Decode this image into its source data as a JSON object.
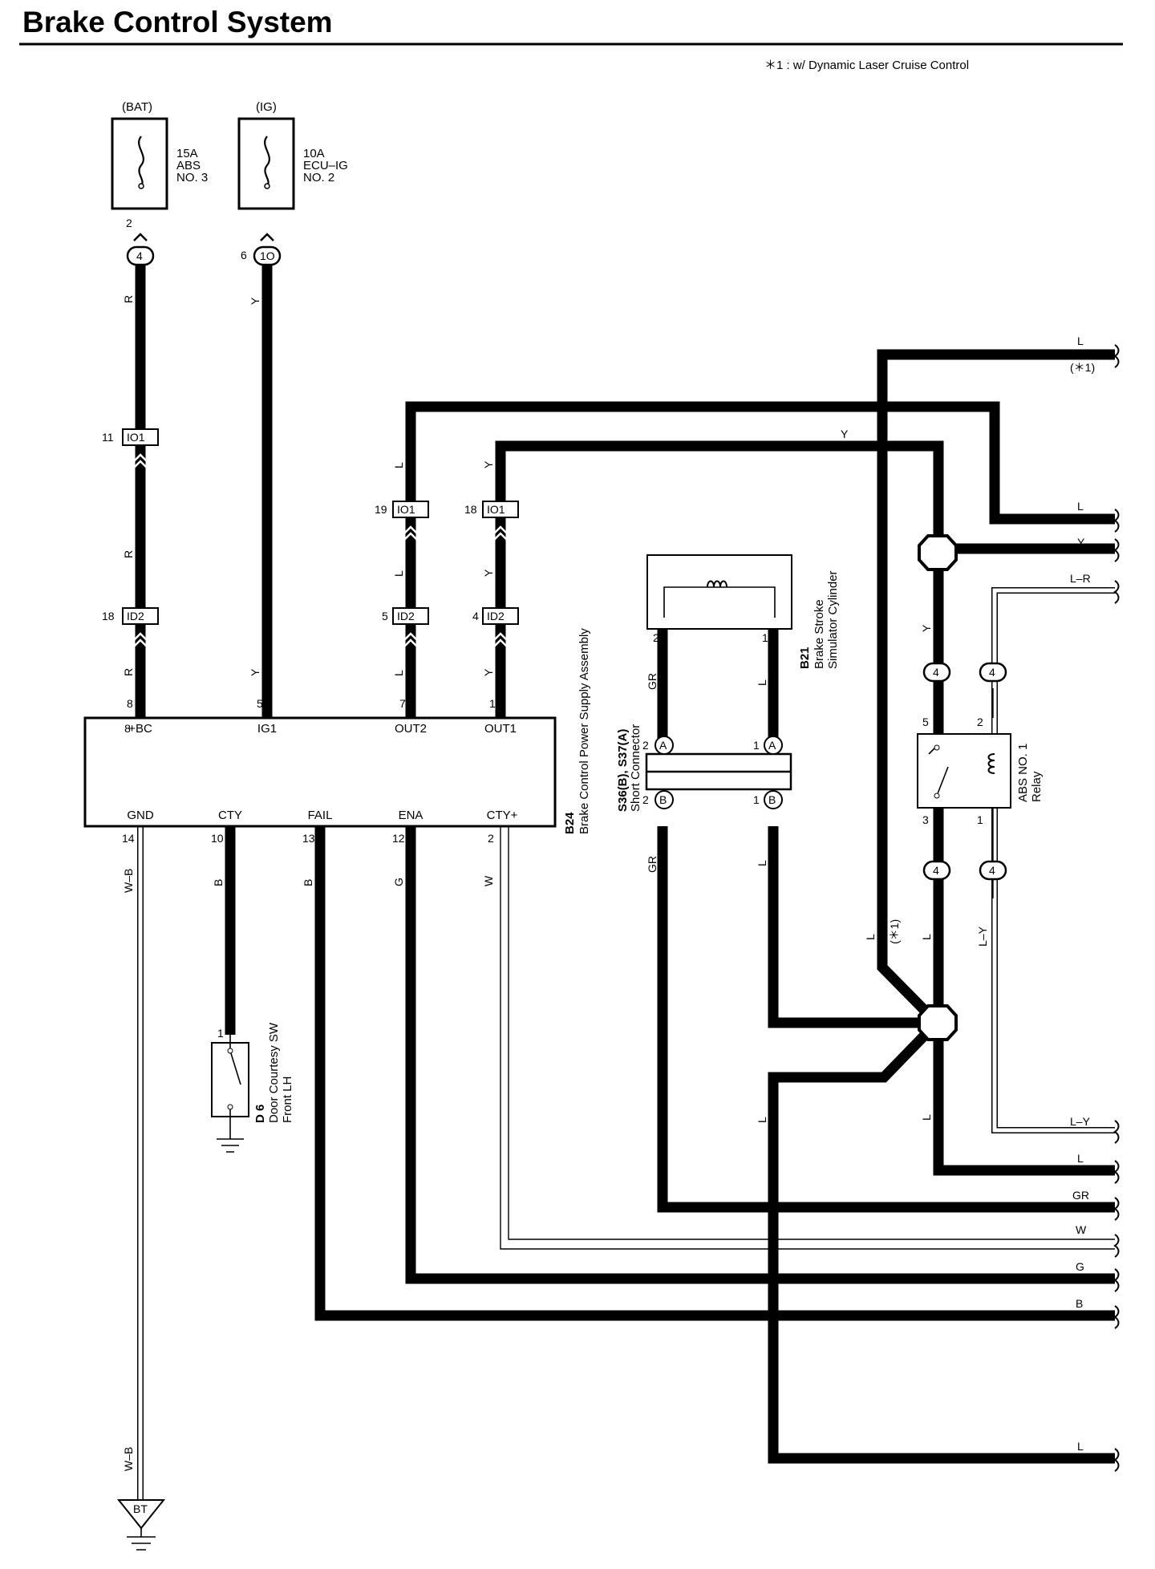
{
  "title": "Brake Control System",
  "footnote": "＊1 : w/ Dynamic Laser Cruise Control",
  "fuses": [
    {
      "source": "(BAT)",
      "rating": "15A",
      "name1": "ABS",
      "name2": "NO. 3",
      "pin": "2",
      "conn_pin": "4"
    },
    {
      "source": "(IG)",
      "rating": "10A",
      "name1": "ECU–IG",
      "name2": "NO. 2",
      "pin": "6",
      "conn_pin": "1O"
    }
  ],
  "connectors": {
    "io1": "IO1",
    "id2": "ID2",
    "io1_pins": [
      "11",
      "19",
      "18"
    ],
    "id2_pins": [
      "18",
      "5",
      "4"
    ]
  },
  "psa": {
    "code": "B24",
    "name": "Brake Control Power Supply Assembly",
    "top_terminals": [
      {
        "pin": "8",
        "label": "+BC"
      },
      {
        "pin": "5",
        "label": "IG1"
      },
      {
        "pin": "7",
        "label": "OUT2"
      },
      {
        "pin": "1",
        "label": "OUT1"
      }
    ],
    "bottom_terminals": [
      {
        "pin": "14",
        "label": "GND"
      },
      {
        "pin": "10",
        "label": "CTY"
      },
      {
        "pin": "13",
        "label": "FAIL"
      },
      {
        "pin": "12",
        "label": "ENA"
      },
      {
        "pin": "2",
        "label": "CTY+"
      }
    ]
  },
  "simulator": {
    "code": "B21",
    "name1": "Brake Stroke",
    "name2": "Simulator Cylinder",
    "pins": [
      "2",
      "1"
    ]
  },
  "short_connector": {
    "code": "S36(B), S37(A)",
    "name": "Short Connector",
    "pins_a": [
      "2",
      "1"
    ],
    "pins_b": [
      "2",
      "1"
    ],
    "letter_a": "A",
    "letter_b": "B"
  },
  "relay": {
    "name1": "ABS NO. 1",
    "name2": "Relay",
    "pins": [
      "5",
      "2",
      "3",
      "1"
    ],
    "conn_pin": "4"
  },
  "door_sw": {
    "code": "D 6",
    "name1": "Door Courtesy SW",
    "name2": "Front LH",
    "pin": "1"
  },
  "ground": {
    "label": "BT"
  },
  "asterisk": "(＊1)",
  "wire_colors": {
    "R": "R",
    "Y": "Y",
    "L": "L",
    "GR": "GR",
    "B": "B",
    "G": "G",
    "W": "W",
    "WB": "W–B",
    "LR": "L–R",
    "LY": "L–Y"
  },
  "right_labels": [
    "L",
    "(＊1)",
    "L",
    "Y",
    "L–R",
    "L–Y",
    "L",
    "GR",
    "W",
    "G",
    "B",
    "L"
  ]
}
